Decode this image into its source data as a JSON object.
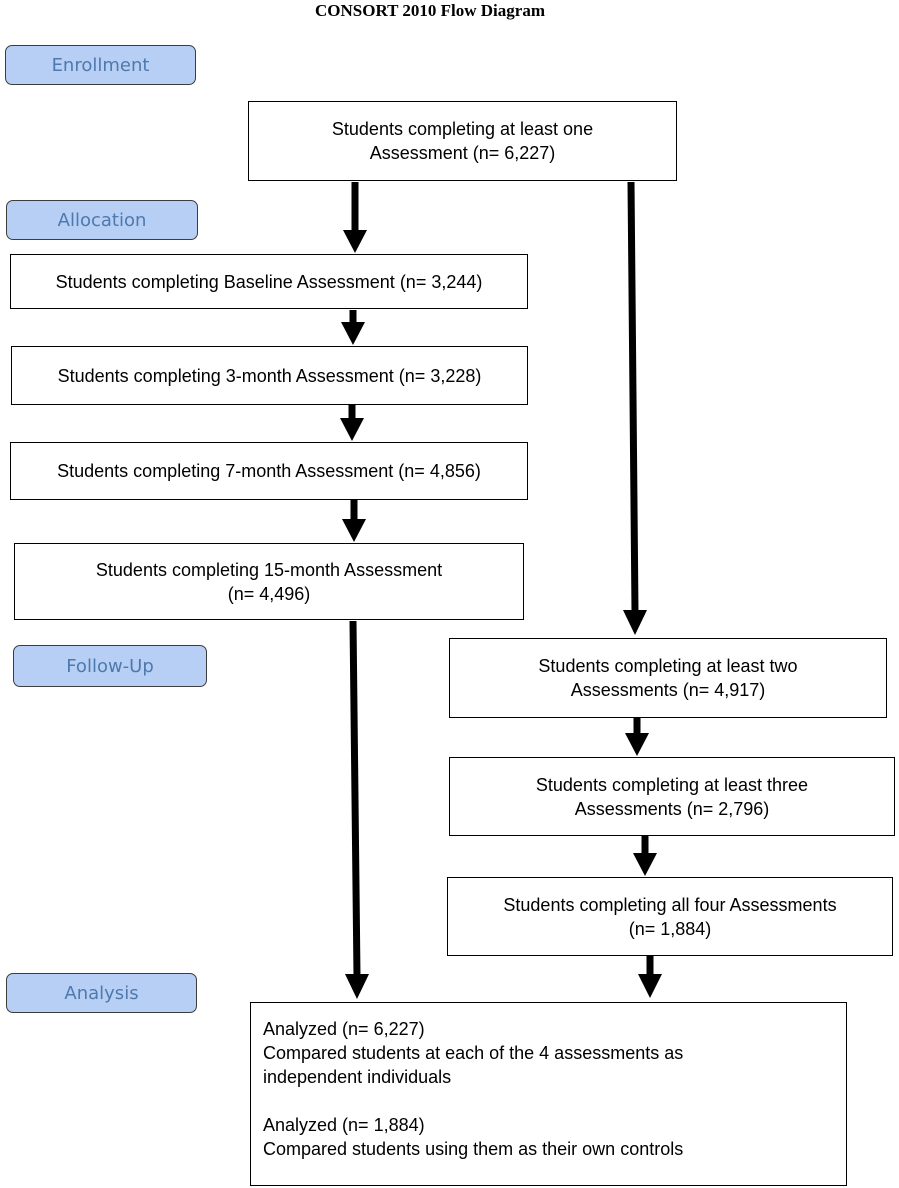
{
  "title": "CONSORT 2010 Flow Diagram",
  "phases": {
    "enrollment": "Enrollment",
    "allocation": "Allocation",
    "follow_up": "Follow-Up",
    "analysis": "Analysis"
  },
  "boxes": {
    "at_least_one": {
      "line1": "Students completing at least one",
      "line2": "Assessment (n= 6,227)"
    },
    "baseline": {
      "line1": "Students completing Baseline Assessment (n= 3,244)"
    },
    "three_month": {
      "line1": "Students completing 3-month Assessment (n= 3,228)"
    },
    "seven_month": {
      "line1": "Students completing 7-month Assessment (n= 4,856)"
    },
    "fifteen_month": {
      "line1": "Students completing 15-month Assessment",
      "line2": "(n= 4,496)"
    },
    "at_least_two": {
      "line1": "Students completing at least two",
      "line2": "Assessments  (n= 4,917)"
    },
    "at_least_three": {
      "line1": "Students completing at least three",
      "line2": "Assessments  (n= 2,796)"
    },
    "all_four": {
      "line1": "Students completing all four Assessments",
      "line2": "(n= 1,884)"
    },
    "analysis": {
      "line1": "Analyzed  (n= 6,227)",
      "line2": "Compared students at each of the 4 assessments as",
      "line3": "independent individuals",
      "line4": "Analyzed (n= 1,884)",
      "line5": "Compared students using them as their own controls"
    }
  },
  "colors": {
    "phase_fill": "#b7cff4",
    "phase_text": "#4f79ad",
    "arrow": "#000000"
  }
}
